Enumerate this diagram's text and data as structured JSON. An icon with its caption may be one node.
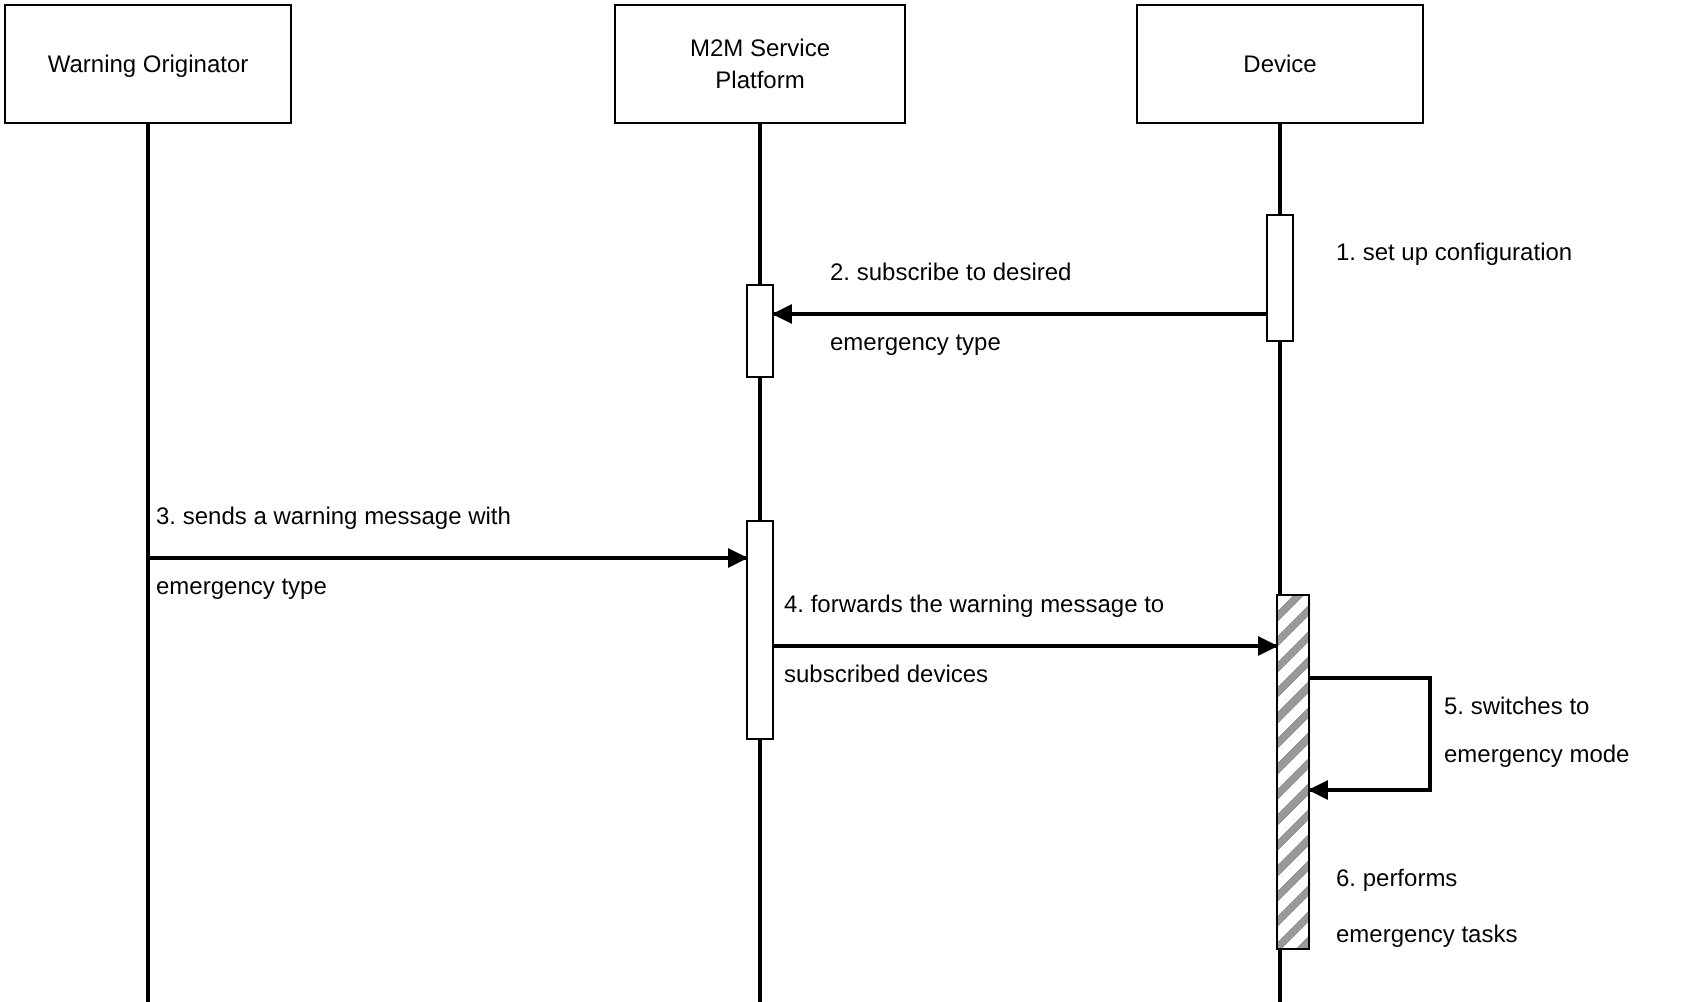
{
  "diagram": {
    "nodes": [
      {
        "text": [
          "Warning Originator"
        ]
      },
      {
        "text": [
          "M2M Service Platform"
        ]
      },
      {
        "text": [
          "Device"
        ]
      },
      {
        "text": [],
        "shape": "bar",
        "in": 2
      },
      {
        "text": [],
        "shape": "bar",
        "in": 1
      },
      {
        "text": [],
        "shape": "bar",
        "in": 1
      },
      {
        "text": [],
        "shape": "bar",
        "in": 2
      }
    ],
    "edges": [
      {
        "from": 3,
        "to": 4,
        "arrow": "to",
        "label": "2. subscribe to desired emergency type"
      },
      {
        "from": 0,
        "to": 5,
        "arrow": "to",
        "label": "3. sends a warning message with emergency type"
      },
      {
        "from": 5,
        "to": 6,
        "arrow": "to",
        "label": "4. forwards the warning message to subscribed devices"
      },
      {
        "from": 6,
        "to": 6,
        "arrow": "to",
        "label": "5. switches to emergency mode"
      }
    ],
    "labels": [
      "1. set up configuration",
      "6. performs emergency tasks"
    ]
  }
}
